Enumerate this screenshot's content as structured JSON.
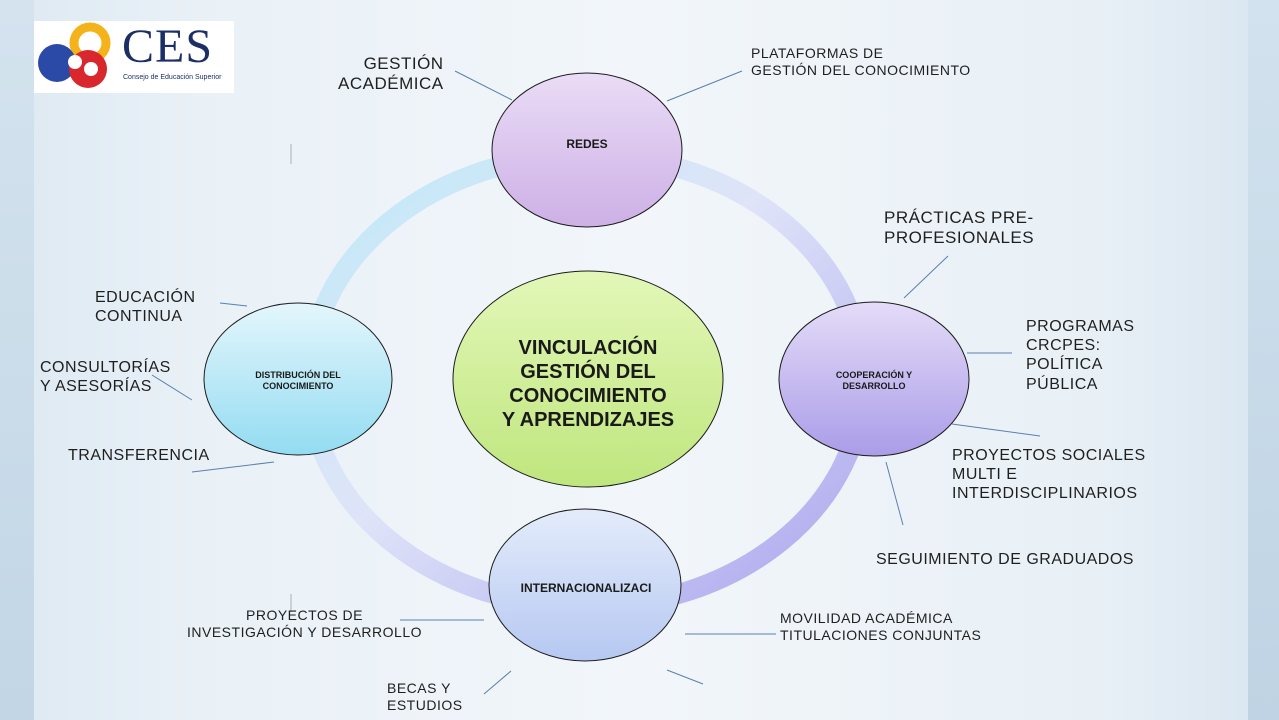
{
  "logo": {
    "name": "CES",
    "subtitle": "Consejo de Educación Superior",
    "colors": {
      "yellow": "#f4b31b",
      "blue": "#2b4aa8",
      "red": "#d8272d",
      "navy": "#1b2f66"
    }
  },
  "center": {
    "text": "VINCULACIÓN\nGESTIÓN DEL\nCONOCIMIENTO\nY APRENDIZAJES",
    "color": "#d6f2a6"
  },
  "nodes": {
    "top": {
      "text": "REDES",
      "color": "#dcc6ee"
    },
    "right": {
      "text": "COOPERACIÓN Y\nDESARROLLO",
      "color": "#cdc0f0"
    },
    "bottom": {
      "text": "INTERNACIONALIZACI",
      "color": "#c8d8f6"
    },
    "left": {
      "text": "DISTRIBUCIÓN DEL\nCONOCIMIENTO",
      "color": "#b6e6f6"
    }
  },
  "labels": {
    "gestion": "GESTIÓN\nACADÉMICA",
    "plataformas": "PLATAFORMAS DE\nGESTIÓN DEL CONOCIMIENTO",
    "practicas": "PRÁCTICAS PRE-\nPROFESIONALES",
    "programas": "PROGRAMAS\nCRCPES:\nPOLÍTICA\nPÚBLICA",
    "proyectos_sociales": "PROYECTOS SOCIALES\nMULTI E\nINTERDISCIPLINARIOS",
    "seguimiento": "SEGUIMIENTO DE GRADUADOS",
    "movilidad": "MOVILIDAD ACADÉMICA\nTITULACIONES CONJUNTAS",
    "becas": "BECAS Y\nESTUDIOS",
    "proyectos_inv": "PROYECTOS DE\nINVESTIGACIÓN Y DESARROLLO",
    "educacion": "EDUCACIÓN\nCONTINUA",
    "consultorias": "CONSULTORÍAS\nY ASESORÍAS",
    "transferencia": "TRANSFERENCIA"
  },
  "colors": {
    "connector": "#5a7fb0",
    "ring_top": "#a8e2f4",
    "ring_bottom": "#b3aef0"
  }
}
